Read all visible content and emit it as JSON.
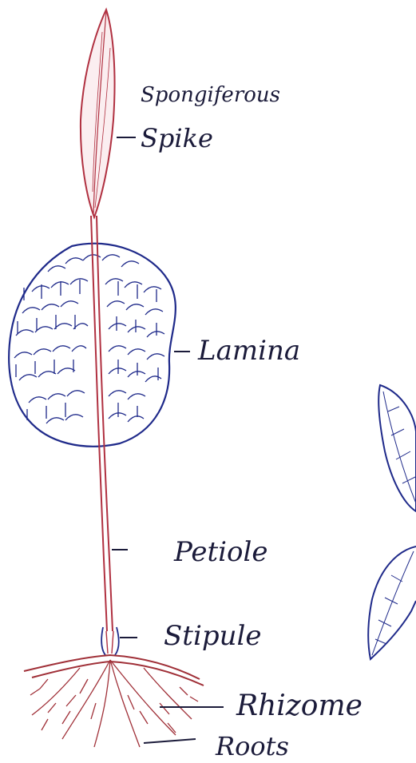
{
  "labels": {
    "sporangiferous": "Spongiferous",
    "spike": "Spike",
    "lamina": "Lamina",
    "petiole": "Petiole",
    "stipule": "Stipule",
    "rhizome": "Rhizome",
    "roots": "Roots"
  },
  "colors": {
    "stem": "#b03040",
    "lamina_ink": "#1f2a8a",
    "root_ink": "#a03038",
    "leader_ink": "#1b1b3a",
    "background": "#ffffff"
  }
}
